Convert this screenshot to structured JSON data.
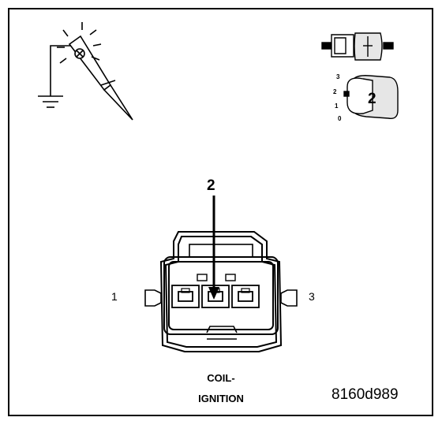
{
  "connector": {
    "name": "COIL-",
    "name_line2": "IGNITION",
    "callout_pin": "2",
    "pin_left": "1",
    "pin_right": "3"
  },
  "figure_id": "8160d989",
  "view_indicator": {
    "scale_marks": [
      "3",
      "2",
      "1",
      "0"
    ],
    "view_number": "2"
  },
  "icons": {
    "probe": "test-probe-ground-icon",
    "connector_view": "connector-side-view-icon",
    "cavity_view": "cavity-position-icon"
  },
  "colors": {
    "ink": "#000000",
    "background": "#ffffff",
    "shading": "#e6e6e6"
  }
}
